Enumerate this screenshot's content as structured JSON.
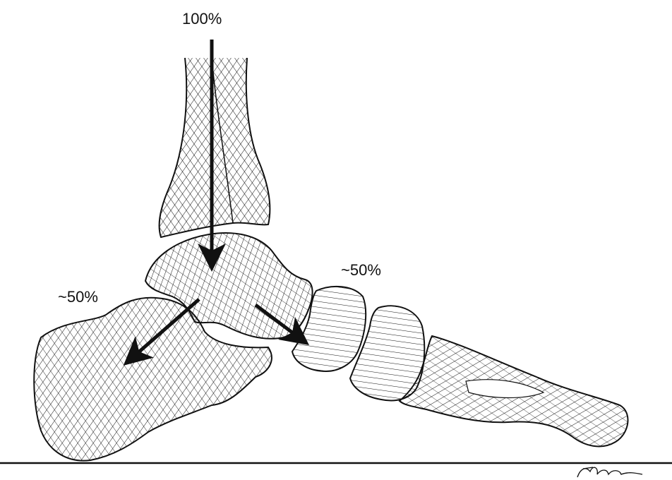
{
  "labels": {
    "top_load": "100%",
    "posterior_load": "~50%",
    "anterior_load": "~50%"
  },
  "colors": {
    "ink": "#111111",
    "background": "#ffffff"
  }
}
